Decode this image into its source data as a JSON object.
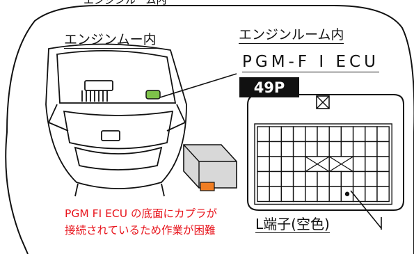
{
  "header": {
    "title": "エンジンルーム内"
  },
  "labels": {
    "engine_room_left": "エンジンムー内",
    "engine_room_right": "エンジンルーム内",
    "ecu_name": "PGM-F I ECU",
    "connector_pins": "49P",
    "terminal": "L端子(空色)"
  },
  "note": {
    "line1": "PGM FI ECU の底面にカプラが",
    "line2": "接続されているため作業が困難"
  },
  "colors": {
    "ecu_marker": "#7ec24a",
    "note_text": "#e8141c",
    "connector_tab": "#f07d22",
    "ecu_box": "#d8d8d8"
  }
}
